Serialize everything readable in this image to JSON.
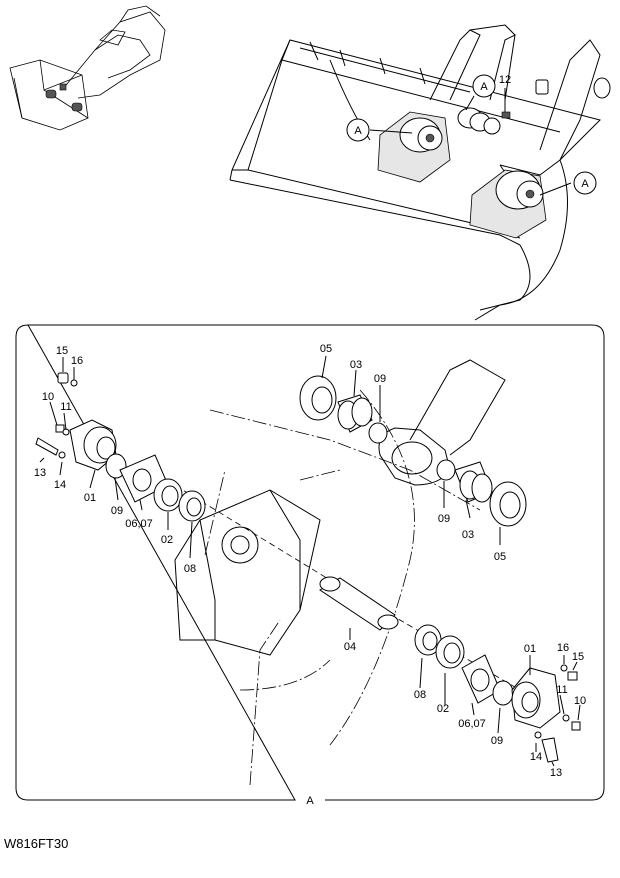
{
  "diagram_code": "W816FT30",
  "detail_view_label": "A",
  "callout_letter": "A",
  "top_labels": {
    "part_12": "12"
  },
  "left_assembly": {
    "p15": "15",
    "p16": "16",
    "p10": "10",
    "p11": "11",
    "p13": "13",
    "p14": "14",
    "p01": "01",
    "p09": "09",
    "p0607": "06,07",
    "p02": "02",
    "p08": "08"
  },
  "center_assembly": {
    "p05_top": "05",
    "p03_top": "03",
    "p09_top": "09",
    "p09_mid": "09",
    "p03_mid": "03",
    "p05_mid": "05",
    "p04": "04"
  },
  "right_assembly": {
    "p08": "08",
    "p02": "02",
    "p0607": "06,07",
    "p09": "09",
    "p01": "01",
    "p16": "16",
    "p15": "15",
    "p11": "11",
    "p10": "10",
    "p14": "14",
    "p13": "13"
  }
}
